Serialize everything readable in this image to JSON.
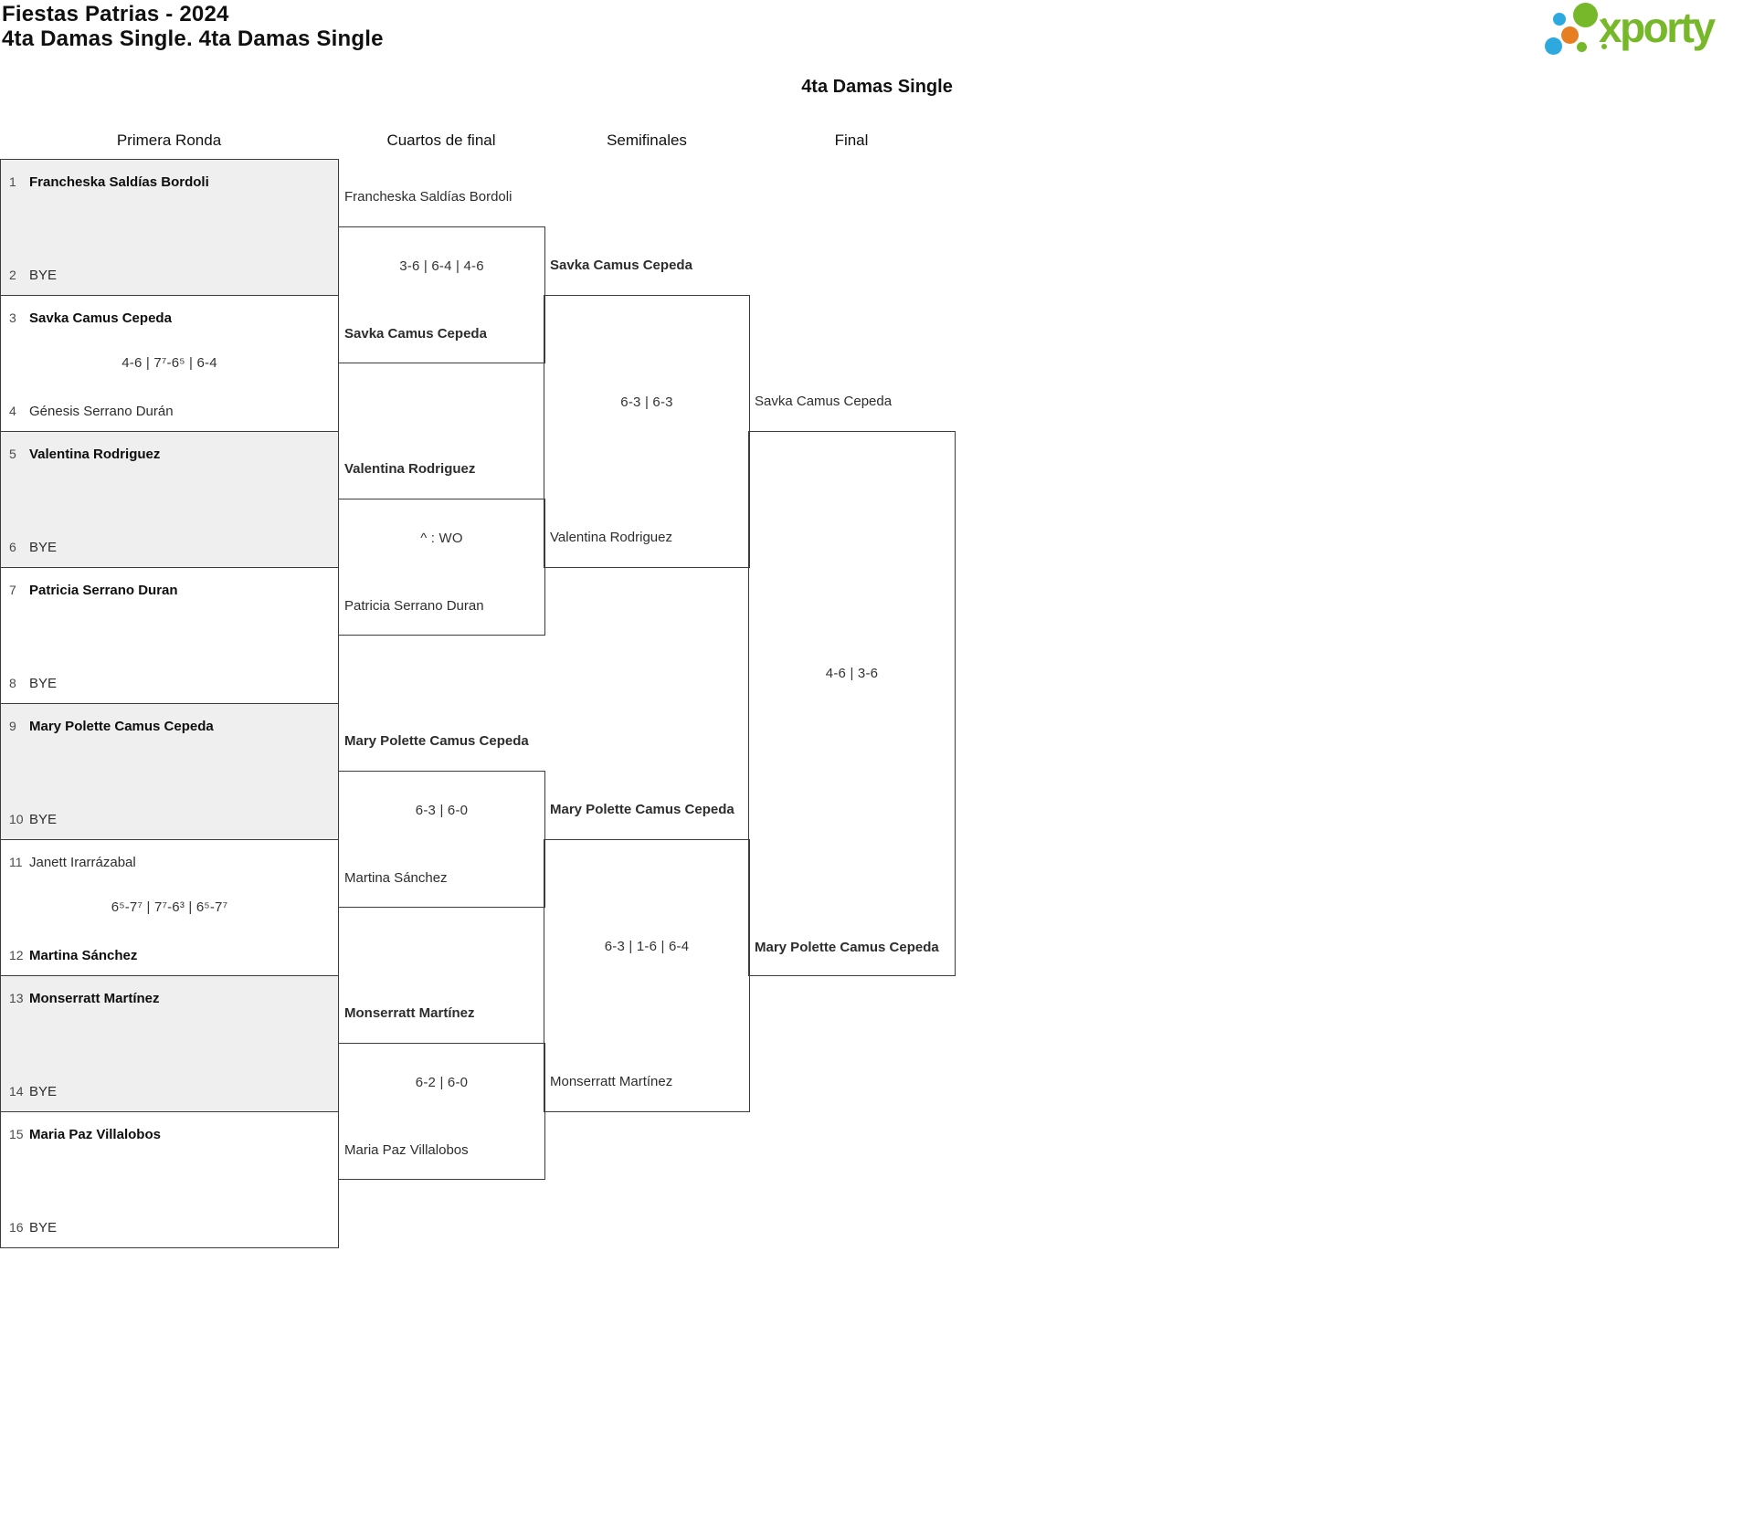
{
  "header": {
    "title": "Fiestas Patrias - 2024",
    "subtitle": "4ta Damas Single. 4ta Damas Single"
  },
  "logo": {
    "text": "xporty",
    "colors": {
      "green": "#76b82a",
      "blue": "#2ea9e0",
      "orange": "#e87e22"
    }
  },
  "bracket": {
    "title": "4ta Damas Single",
    "rounds": [
      "Primera Ronda",
      "Cuartos de final",
      "Semifinales",
      "Final"
    ],
    "first_round": [
      {
        "seed_a": "1",
        "player_a": "Francheska Saldías Bordoli",
        "seed_b": "2",
        "player_b": "BYE",
        "score": ""
      },
      {
        "seed_a": "3",
        "player_a": "Savka Camus Cepeda",
        "seed_b": "4",
        "player_b": "Génesis Serrano Durán",
        "score": "4-6 | 7⁷-6⁵ | 6-4"
      },
      {
        "seed_a": "5",
        "player_a": "Valentina Rodriguez",
        "seed_b": "6",
        "player_b": "BYE",
        "score": ""
      },
      {
        "seed_a": "7",
        "player_a": "Patricia Serrano Duran",
        "seed_b": "8",
        "player_b": "BYE",
        "score": ""
      },
      {
        "seed_a": "9",
        "player_a": "Mary Polette Camus Cepeda",
        "seed_b": "10",
        "player_b": "BYE",
        "score": ""
      },
      {
        "seed_a": "11",
        "player_a": "Janett Irarrázabal",
        "seed_b": "12",
        "player_b": "Martina Sánchez",
        "score": "6⁵-7⁷ | 7⁷-6³ | 6⁵-7⁷"
      },
      {
        "seed_a": "13",
        "player_a": "Monserratt Martínez",
        "seed_b": "14",
        "player_b": "BYE",
        "score": ""
      },
      {
        "seed_a": "15",
        "player_a": "Maria Paz Villalobos",
        "seed_b": "16",
        "player_b": "BYE",
        "score": ""
      }
    ],
    "quarterfinals": [
      {
        "player_a": "Francheska Saldías Bordoli",
        "player_b": "Savka Camus Cepeda",
        "score": "3-6 | 6-4 | 4-6"
      },
      {
        "player_a": "Valentina Rodriguez",
        "player_b": "Patricia Serrano Duran",
        "score": "^ : WO"
      },
      {
        "player_a": "Mary Polette Camus Cepeda",
        "player_b": "Martina Sánchez",
        "score": "6-3 | 6-0"
      },
      {
        "player_a": "Monserratt Martínez",
        "player_b": "Maria Paz Villalobos",
        "score": "6-2 | 6-0"
      }
    ],
    "semifinals": [
      {
        "player_a": "Savka Camus Cepeda",
        "player_b": "Valentina Rodriguez",
        "score": "6-3 | 6-3"
      },
      {
        "player_a": "Mary Polette Camus Cepeda",
        "player_b": "Monserratt Martínez",
        "score": "6-3 | 1-6 | 6-4"
      }
    ],
    "final": {
      "player_a": "Savka Camus Cepeda",
      "player_b": "Mary Polette Camus Cepeda",
      "score": "4-6 | 3-6",
      "champion": "Mary Polette Camus Cepeda"
    }
  }
}
